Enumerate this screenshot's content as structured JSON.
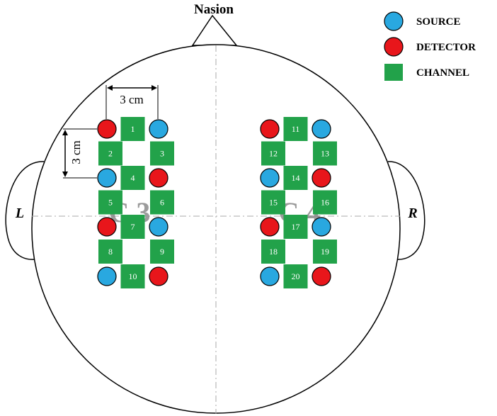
{
  "labels": {
    "nasion": "Nasion",
    "left": "L",
    "right": "R",
    "region_left": "C 3",
    "region_right": "C 4",
    "dim_horizontal": "3 cm",
    "dim_vertical": "3 cm"
  },
  "legend": [
    {
      "label": "SOURCE",
      "color": "#29a8e0",
      "shape": "circle"
    },
    {
      "label": "DETECTOR",
      "color": "#e8161b",
      "shape": "circle"
    },
    {
      "label": "CHANNEL",
      "color": "#22a24a",
      "shape": "square"
    }
  ],
  "colors": {
    "source": "#29a8e0",
    "detector": "#e8161b",
    "channel": "#22a24a",
    "outline": "#000000",
    "midline": "#aaaaaa"
  },
  "channels": [
    "1",
    "2",
    "3",
    "4",
    "5",
    "6",
    "7",
    "8",
    "9",
    "10",
    "11",
    "12",
    "13",
    "14",
    "15",
    "16",
    "17",
    "18",
    "19",
    "20"
  ]
}
